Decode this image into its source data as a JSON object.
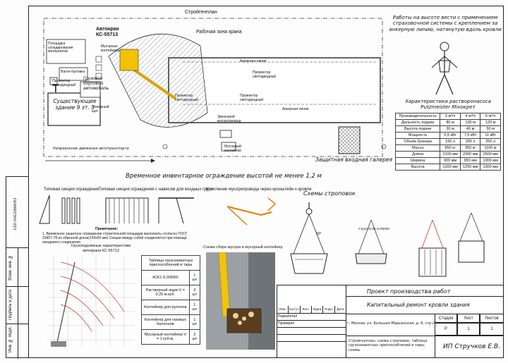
{
  "site_plan": {
    "stroygenplan_label": "Стройгенплан",
    "crane_label": "Автокран КС-55713",
    "work_zone_label": "Рабочая зона крана",
    "mortar_containers": "Мусорные контейнеры",
    "storage_area": "Площадка складирования материалов",
    "wagon_change": "Вагон-бытовка",
    "spotlight_1": "Прожектор светодиодный",
    "spotlight_2": "Прожектор светодиодный",
    "spotlight_3": "Прожектор светодиодный",
    "spotlight_4": "Прожектор светодиодный",
    "cargo_truck": "Грузовой бортовой автомобиль",
    "existing_building": "Существующее здание 9 эт. 3",
    "fire_shield": "Пожарный щит",
    "traffic_direction": "Направление движения автотранспорта",
    "anchor_line_1": "Анкерная линия",
    "anchor_line_2": "Анкерная линия",
    "debris_chute": "Звеньевой мусоропровод",
    "waste_container": "Мусорный контейнер",
    "protective_gallery": "Защитная входная галерея",
    "fence_title": "Временное инвентарное ограждение высотой не менее 1,2 м",
    "marker_t": "Т"
  },
  "safety": {
    "title": "Работы на высоте вести с применением страховочной системы с креплением за анкерную линию, натянутую вдоль кровли"
  },
  "pump": {
    "title": "Характеристики растворонасоса Putzmeister Mixокрет",
    "rows": [
      [
        "Производительность",
        "3 м³/ч",
        "4 м³/ч",
        "6 м³/ч"
      ],
      [
        "Дальность подачи",
        "80 м",
        "100 м",
        "120 м"
      ],
      [
        "Высота подачи",
        "30 м",
        "40 м",
        "50 м"
      ],
      [
        "Мощность",
        "5,5 кВт",
        "7,5 кВт",
        "11 кВт"
      ],
      [
        "Объём бункера",
        "150 л",
        "200 л",
        "250 л"
      ],
      [
        "Масса",
        "850 кг",
        "950 кг",
        "1100 кг"
      ],
      [
        "Длина",
        "2100 мм",
        "2300 мм",
        "2500 мм"
      ],
      [
        "Ширина",
        "900 мм",
        "950 мм",
        "1000 мм"
      ],
      [
        "Высота",
        "1200 мм",
        "1250 мм",
        "1300 мм"
      ]
    ]
  },
  "fences": {
    "typical_section": "Типовая секция ограждения",
    "canopy_section": "Типовая секция ограждения с навесом для входных групп",
    "chute_mount": "Крепление мусоропровода через кронштейн к кровле",
    "note_title": "Примечание:",
    "note_text": "1. Временное защитное ограждение строительной площадки выполнить согласно ГОСТ 23407-78 из обрезной доски(150х50 мм) Секции между собой соединяются при помощи гвоздевого соединения"
  },
  "crane_chart": {
    "title": "Грузоподъёмные характеристики автокрана КС-55713"
  },
  "devices_table": {
    "title": "Таблица грузозахватных приспособлений и тары",
    "rows": [
      {
        "name": "4СК1-5,0/5000",
        "qty": "1 шт"
      },
      {
        "name": "Растворный ящик V = 0,25 м.куб.",
        "qty": "3 шт"
      },
      {
        "name": "Контейнер для рулонов",
        "qty": "1 шт"
      },
      {
        "name": "Контейнер для газовых баллонов",
        "qty": "1 шт"
      },
      {
        "name": "Мусорный контейнер V = 1 куб.м.",
        "qty": "2 шт"
      }
    ]
  },
  "debris_scheme": {
    "title": "Схема сбора мусора в мусорный контейнер"
  },
  "slinging": {
    "title": "Схемы строповок",
    "angle": "90°",
    "note": "Строп 4СК1-5,0/5000"
  },
  "stamp": {
    "project": "Проект производства работ",
    "subject": "Капитальный ремонт кровли здания",
    "address": "г. Москва, ул. Большая Марьинская, д. 9, стр.2",
    "sheet_name": "Стройгенплан, схемы строповок, таблица грузозахватных приспособлений и тары, схемы",
    "stage_h": "Стадия",
    "sheet_h": "Лист",
    "sheets_h": "Листов",
    "stage": "Р",
    "sheet": "1",
    "sheets": "1",
    "developed": "Разработал",
    "checked": "Проверил",
    "company": "ИП Стручков Е.В.",
    "cols": [
      "Изм.",
      "Кол.уч",
      "Лист",
      "№док",
      "Подп.",
      "Дата"
    ]
  },
  "sidebar": {
    "agreed": "СОГЛАСОВАНО",
    "swap_inv": "Взам. инв. №",
    "sign_date": "Подпись и дата",
    "inv_orig": "Инв. № подл."
  }
}
